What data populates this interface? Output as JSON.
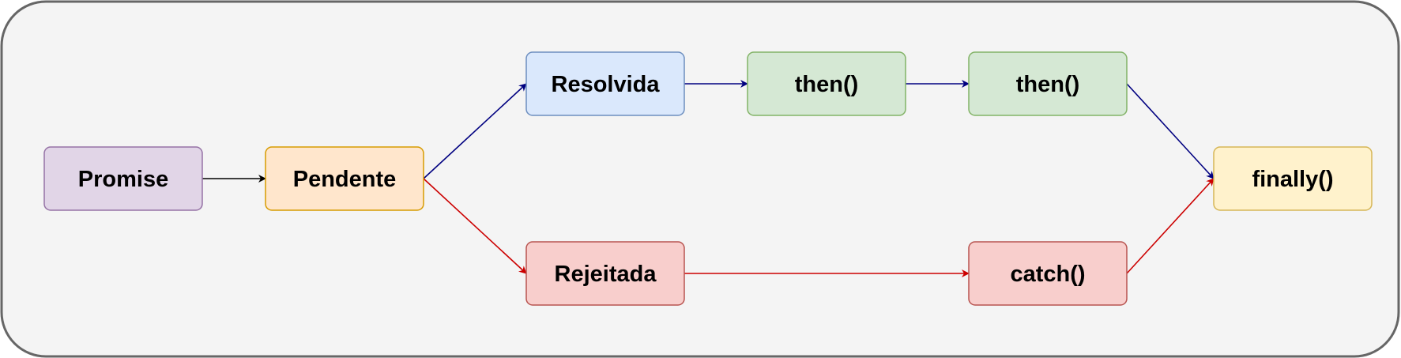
{
  "diagram": {
    "nodes": {
      "promise": {
        "label": "Promise",
        "fill": "#e1d5e7",
        "stroke": "#9673a6"
      },
      "pendente": {
        "label": "Pendente",
        "fill": "#ffe6cc",
        "stroke": "#d79b00"
      },
      "resolvida": {
        "label": "Resolvida",
        "fill": "#dae8fc",
        "stroke": "#6c8ebf"
      },
      "then1": {
        "label": "then()",
        "fill": "#d5e8d4",
        "stroke": "#82b366"
      },
      "then2": {
        "label": "then()",
        "fill": "#d5e8d4",
        "stroke": "#82b366"
      },
      "rejeitada": {
        "label": "Rejeitada",
        "fill": "#f8cecc",
        "stroke": "#b85450"
      },
      "catch": {
        "label": "catch()",
        "fill": "#f8cecc",
        "stroke": "#b85450"
      },
      "finally": {
        "label": "finally()",
        "fill": "#fff2cc",
        "stroke": "#d6b656"
      }
    },
    "edges": [
      {
        "from": "promise",
        "to": "pendente",
        "color": "#000000"
      },
      {
        "from": "pendente",
        "to": "resolvida",
        "color": "#000080"
      },
      {
        "from": "resolvida",
        "to": "then1",
        "color": "#000080"
      },
      {
        "from": "then1",
        "to": "then2",
        "color": "#000080"
      },
      {
        "from": "then2",
        "to": "finally",
        "color": "#000080"
      },
      {
        "from": "pendente",
        "to": "rejeitada",
        "color": "#cc0000"
      },
      {
        "from": "rejeitada",
        "to": "catch",
        "color": "#cc0000"
      },
      {
        "from": "catch",
        "to": "finally",
        "color": "#cc0000"
      }
    ],
    "container": {
      "fill": "#f4f4f4",
      "stroke": "#666666"
    }
  }
}
